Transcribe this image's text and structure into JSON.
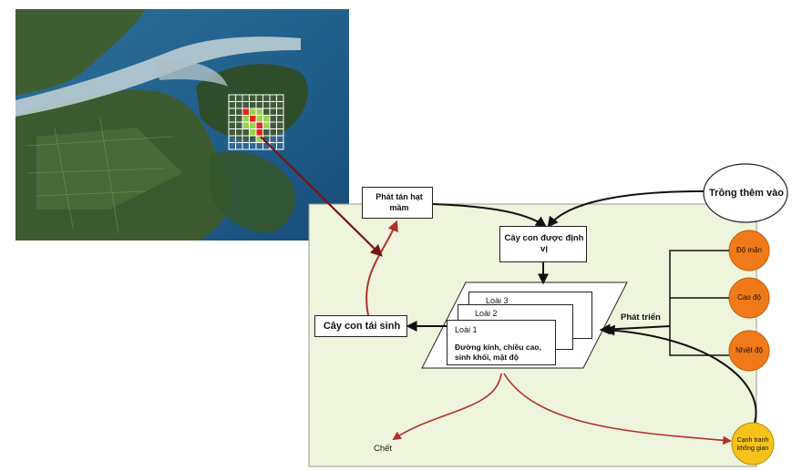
{
  "diagram": {
    "dispersal": "Phát tán hạt mầm",
    "planting": "Trồng thêm vào",
    "seedling_established": "Cây con được định vị",
    "species_3": "Loài 3",
    "species_2": "Loài 2",
    "species_1": "Loài 1",
    "metrics": "Đường kính, chiều cao, sinh khối, mật độ",
    "regeneration": "Cây con tái sinh",
    "growth": "Phát triển",
    "death": "Chết",
    "salinity": "Độ mặn",
    "elevation": "Cao độ",
    "temperature": "Nhiệt độ",
    "competition": "Cạnh tranh không gian"
  },
  "colors": {
    "panel_fill": "#eef5dc",
    "factor_orange": "#f07a1a",
    "competition_yellow": "#f6c21c",
    "arrow_red": "#b0302a",
    "arrow_dark": "#111111",
    "grid_red": "#e8231f",
    "grid_green": "#9bd24f"
  }
}
